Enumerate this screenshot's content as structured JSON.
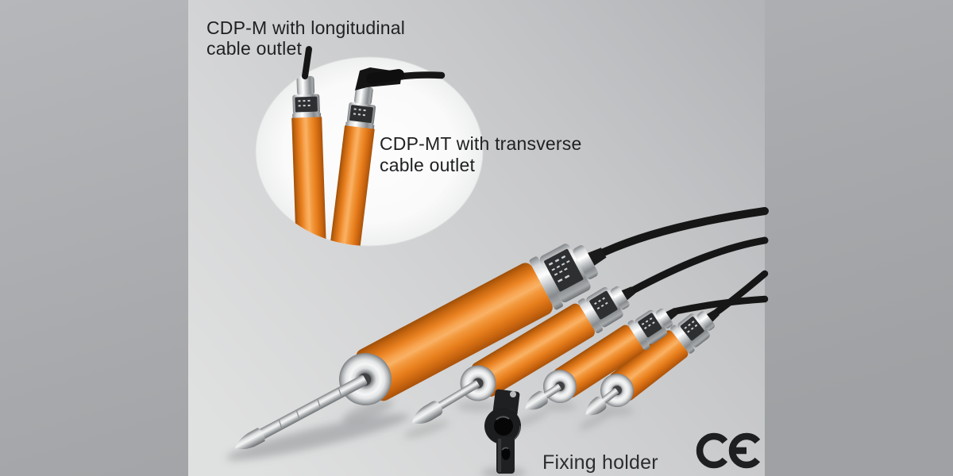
{
  "annotations": {
    "cdp_m_line1": "CDP-M with longitudinal",
    "cdp_m_line2": "cable outlet",
    "cdp_mt_line1": "CDP-MT with transverse",
    "cdp_mt_line2": "cable outlet",
    "fixing_holder": "Fixing holder"
  },
  "icons": {
    "ce_mark": "CE"
  },
  "scene": {
    "sensor_count": 4,
    "inset_shows": "two sensor heads with longitudinal and transverse cable outlets"
  },
  "colors": {
    "outer_background": "#a9abae",
    "photo_background": "#cdced0",
    "inset_background": "#fbfbfb",
    "sensor_orange": "#ee8522",
    "cable_black": "#161616",
    "chrome_silver": "#d9dadc",
    "text_color": "#1e2022"
  }
}
